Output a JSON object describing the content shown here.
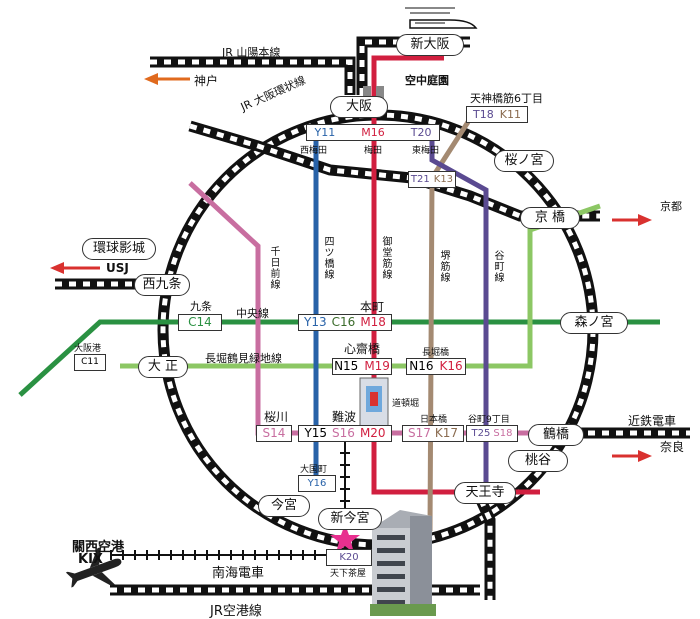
{
  "stations": {
    "shin_osaka": "新大阪",
    "osaka": "大阪",
    "sakuranomiya": "桜ノ宮",
    "kyobashi": "京 橋",
    "morinomiya": "森ノ宮",
    "tsuruhashi": "鶴橋",
    "momodani": "桃谷",
    "tennoji": "天王寺",
    "shin_imamiya": "新今宮",
    "imamiya": "今宮",
    "taisho": "大 正",
    "nishikujo": "西九条",
    "universal_city_jp": "環球影城"
  },
  "station_codes": {
    "osaka_y": "Y11",
    "osaka_m": "M16",
    "osaka_t": "T20",
    "tenjinbashi_t": "T18",
    "tenjinbashi_k": "K11",
    "ogimachi_t": "T21",
    "ogimachi_k": "K13",
    "kujo": "C14",
    "osakako": "C11",
    "hommachi_y": "Y13",
    "hommachi_c": "C16",
    "hommachi_m": "M18",
    "shinsaibashi_n": "N15",
    "shinsaibashi_m": "M19",
    "nagahoribashi_n": "N16",
    "nagahoribashi_k": "K16",
    "sakuragawa": "S14",
    "namba_y": "Y15",
    "namba_s": "S16",
    "namba_m": "M20",
    "nipponbashi_s": "S17",
    "nipponbashi_k": "K17",
    "tanimachi_t": "T25",
    "tanimachi_s": "S18",
    "daikokucho": "Y16",
    "tengachaya": "K20"
  },
  "labels": {
    "jr_sanyo": "JR 山陽本線",
    "kobe": "神户",
    "kuchu_teien": "空中庭園",
    "tenjinbashi": "天神橋筋6丁目",
    "jr_loop": "JR  大阪環状線",
    "nishi_umeda": "西梅田",
    "umeda": "梅田",
    "higashi_umeda": "東梅田",
    "kyoto": "京都",
    "usj": "USJ",
    "kujo": "九条",
    "chuo_line": "中央線",
    "hommachi": "本町",
    "osakako": "大阪港",
    "sennichimae_line": "千日前線",
    "yotsubashi_line": "四ツ橋線",
    "midosuji_line": "御堂筋線",
    "sakaisuji_line": "堺筋線",
    "tanimachi_line": "谷町線",
    "nagahori_line": "長堀鶴見緑地線",
    "shinsaibashi": "心齋橋",
    "nagahoribashi": "長堀橋",
    "dotonbori": "道頓堀",
    "sakuragawa": "桜川",
    "namba": "難波",
    "nipponbashi": "日本橋",
    "tanimachi9": "谷町9丁目",
    "kintetsu": "近鉄電車",
    "nara": "奈良",
    "daikokucho": "大国町",
    "tengachaya": "天下茶屋",
    "kansai_airport": "關西空港",
    "kix": "KIX",
    "nankai": "南海電車",
    "jr_airport": "JR空港線"
  },
  "colors": {
    "jr": "#111111",
    "chuo": "#2a9142",
    "nagahori": "#8cc764",
    "yotsubashi": "#2862a8",
    "midosuji": "#d11f3f",
    "sakaisuji": "#a48a72",
    "tanimachi": "#5a4a91",
    "sennichimae": "#c86ea0",
    "arrow": "#d9312f",
    "arrow_kobe": "#e06a1e"
  },
  "icons": {
    "train": "shinkansen-icon",
    "plane": "airplane-icon",
    "hotel": "hotel-building-icon",
    "star": "star-icon",
    "tower": "umeda-sky-building-icon"
  }
}
